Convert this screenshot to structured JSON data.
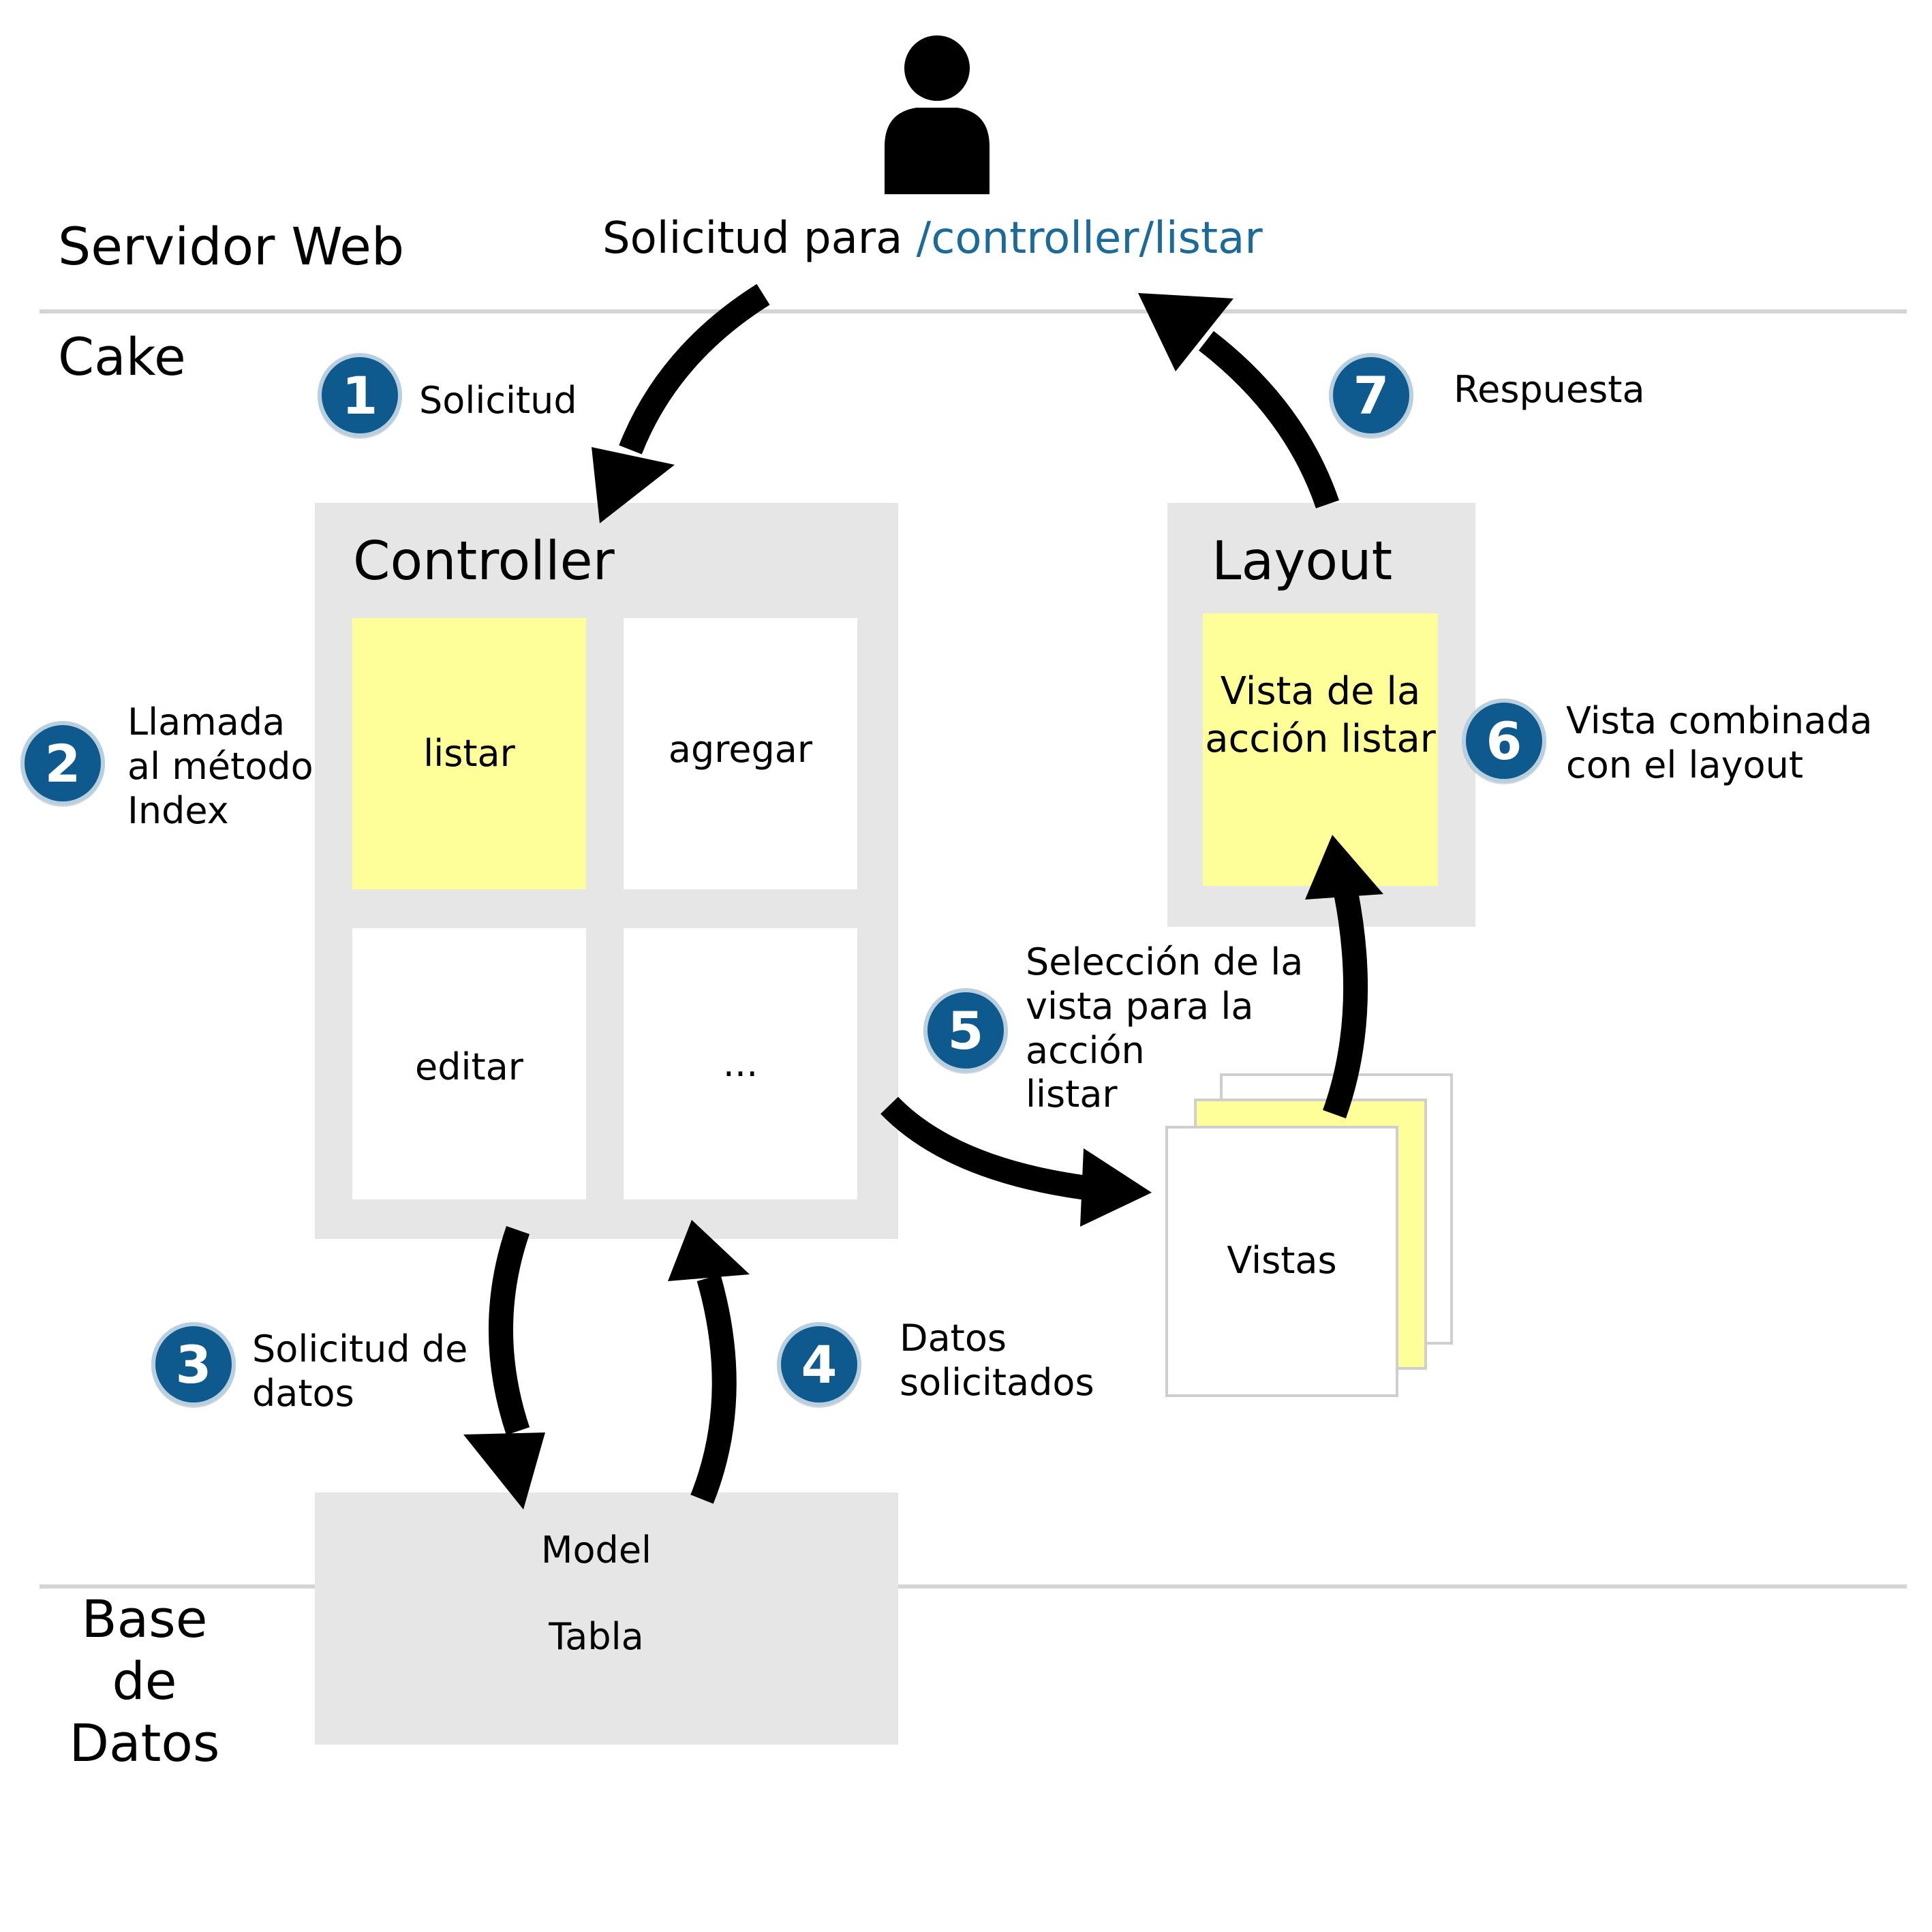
{
  "layers": {
    "web_server": "Servidor Web",
    "cake": "Cake",
    "database": "Base de\nDatos"
  },
  "request": {
    "prefix": "Solicitud para",
    "url": "/controller/listar",
    "url_color": "#1a6a9a"
  },
  "controller": {
    "title": "Controller",
    "actions": [
      "listar",
      "agregar",
      "editar",
      "..."
    ]
  },
  "layout": {
    "title": "Layout",
    "content": "Vista de la\nacción listar"
  },
  "views": {
    "label": "Vistas"
  },
  "model": {
    "title": "Model",
    "table": "Tabla"
  },
  "steps": [
    {
      "number": "1",
      "label": "Solicitud"
    },
    {
      "number": "2",
      "label": "Llamada\nal método\nIndex"
    },
    {
      "number": "3",
      "label": "Solicitud de\ndatos"
    },
    {
      "number": "4",
      "label": "Datos\nsolicitados"
    },
    {
      "number": "5",
      "label": "Selección de la\nvista para la\nacción\nlistar"
    },
    {
      "number": "6",
      "label": "Vista combinada\ncon el layout"
    },
    {
      "number": "7",
      "label": "Respuesta"
    }
  ],
  "icons": {
    "user": "user-silhouette-icon"
  },
  "colors": {
    "badge": "#0e5a8e",
    "highlight": "#ffff99",
    "panel": "#e6e6e6"
  }
}
